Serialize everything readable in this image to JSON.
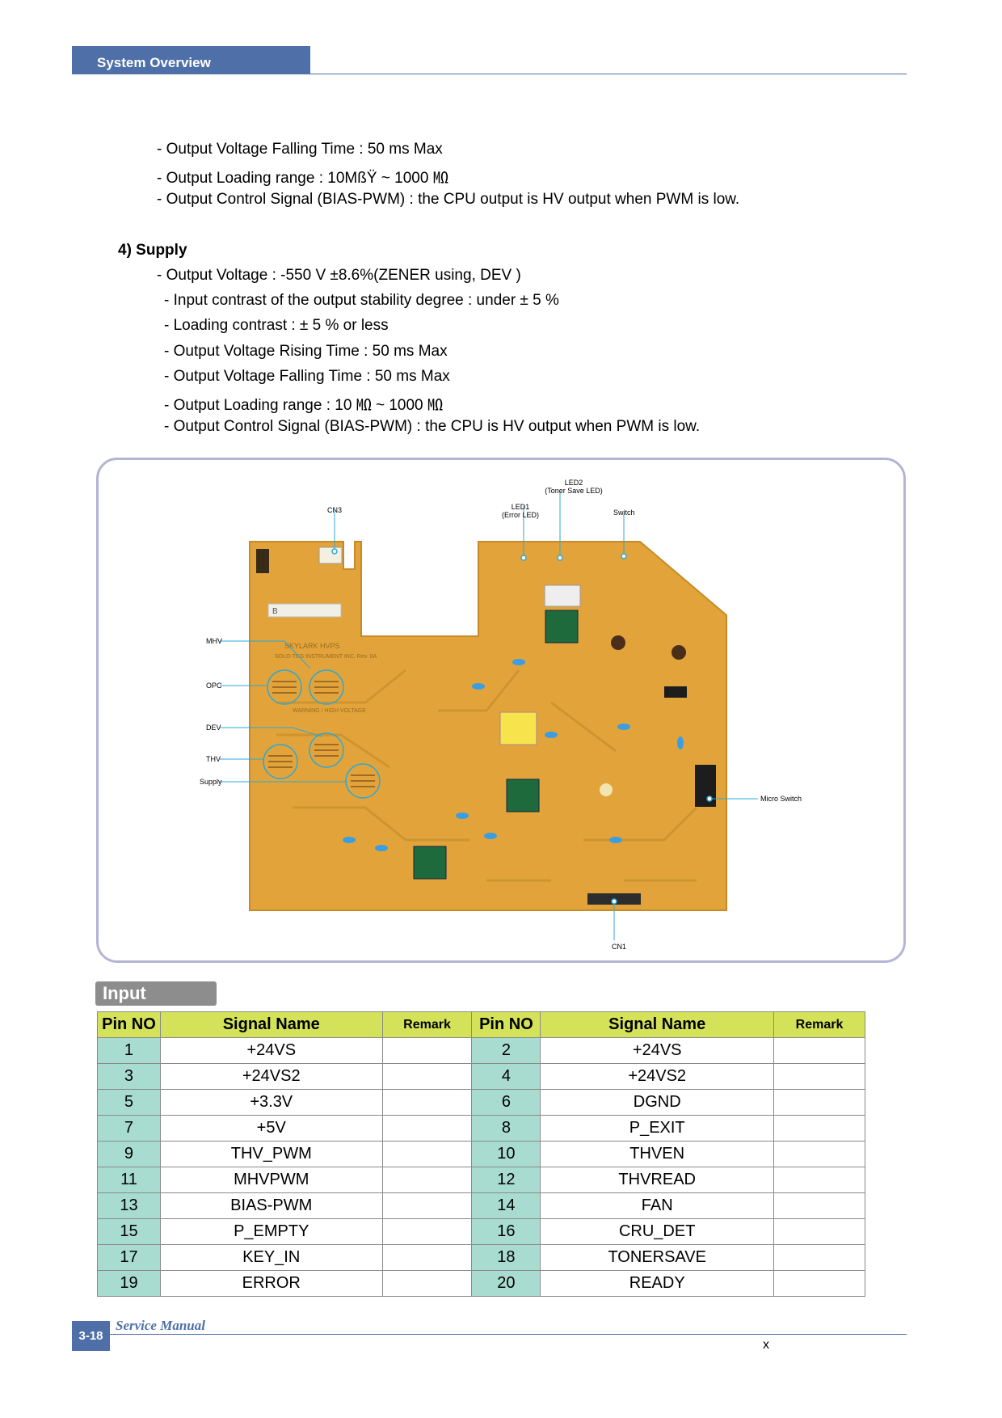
{
  "header": {
    "section_title": "System Overview"
  },
  "top_lines": [
    "- Output Voltage Falling Time : 50 ms Max",
    "- Output Loading range : 10MßŸ ~ 1000 ㏁",
    "- Output Control Signal (BIAS-PWM) : the CPU output is HV output when PWM is low."
  ],
  "supply": {
    "title": "4) Supply",
    "lines": [
      "- Output Voltage : -550 V  ±8.6%(ZENER using, DEV )",
      "- Input contrast of the output stability degree : under  ± 5 %",
      "- Loading contrast   :  ± 5 % or less",
      "- Output Voltage Rising Time : 50 ms Max",
      "- Output Voltage Falling Time : 50 ms Max",
      "- Output Loading range : 10 ㏁ ~ 1000 ㏁",
      "- Output Control Signal (BIAS-PWM) : the CPU is HV output when PWM is low."
    ]
  },
  "diagram": {
    "labels": {
      "led2": "LED2",
      "led2_sub": "(Toner Save LED)",
      "led1": "LED1",
      "led1_sub": "(Error LED)",
      "cn3": "CN3",
      "switch": "Switch",
      "mhv": "MHV",
      "opc": "OPC",
      "dev": "DEV",
      "thv": "THV",
      "supply": "Supply",
      "micro_switch": "Micro Switch",
      "cn1": "CN1"
    },
    "board_text": {
      "silk1": "SKYLARK HVPS",
      "silk2": "SOLO-TEG INSTRUMENT INC. Rev. 0A",
      "warning": "WARNING ! HIGH VOLTAGE",
      "barcode_label": "B"
    },
    "colors": {
      "board": "#e2a43a",
      "callout": "#2aa8d8"
    }
  },
  "table": {
    "section_label": "Input",
    "headers": [
      "Pin NO",
      "Signal  Name",
      "Remark",
      "Pin NO",
      "Signal  Name",
      "Remark"
    ],
    "rows": [
      {
        "pin_a": "1",
        "sig_a": "+24VS",
        "rem_a": "",
        "pin_b": "2",
        "sig_b": "+24VS",
        "rem_b": ""
      },
      {
        "pin_a": "3",
        "sig_a": "+24VS2",
        "rem_a": "",
        "pin_b": "4",
        "sig_b": "+24VS2",
        "rem_b": ""
      },
      {
        "pin_a": "5",
        "sig_a": "+3.3V",
        "rem_a": "",
        "pin_b": "6",
        "sig_b": "DGND",
        "rem_b": ""
      },
      {
        "pin_a": "7",
        "sig_a": "+5V",
        "rem_a": "",
        "pin_b": "8",
        "sig_b": "P_EXIT",
        "rem_b": ""
      },
      {
        "pin_a": "9",
        "sig_a": "THV_PWM",
        "rem_a": "",
        "pin_b": "10",
        "sig_b": "THVEN",
        "rem_b": ""
      },
      {
        "pin_a": "11",
        "sig_a": "MHVPWM",
        "rem_a": "",
        "pin_b": "12",
        "sig_b": "THVREAD",
        "rem_b": ""
      },
      {
        "pin_a": "13",
        "sig_a": "BIAS-PWM",
        "rem_a": "",
        "pin_b": "14",
        "sig_b": "FAN",
        "rem_b": ""
      },
      {
        "pin_a": "15",
        "sig_a": "P_EMPTY",
        "rem_a": "",
        "pin_b": "16",
        "sig_b": "CRU_DET",
        "rem_b": ""
      },
      {
        "pin_a": "17",
        "sig_a": "KEY_IN",
        "rem_a": "",
        "pin_b": "18",
        "sig_b": "TONERSAVE",
        "rem_b": ""
      },
      {
        "pin_a": "19",
        "sig_a": "ERROR",
        "rem_a": "",
        "pin_b": "20",
        "sig_b": "READY",
        "rem_b": ""
      }
    ]
  },
  "footer": {
    "page_number": "3-18",
    "manual_title": "Service Manual",
    "mark": "x"
  }
}
